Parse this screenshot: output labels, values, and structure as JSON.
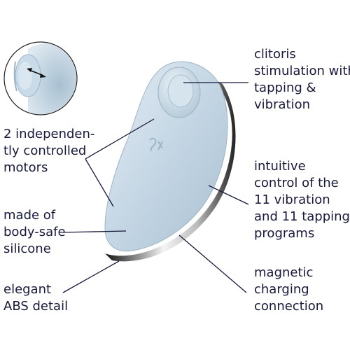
{
  "colors": {
    "text": "#17193b",
    "leader_line": "#17193b",
    "device_body": "#c4d6e4",
    "device_shadow": "#9fb7c9",
    "device_highlight": "#e6eff6",
    "abs_trim": "#d8d8d8",
    "abs_dark": "#1a1a1a",
    "background": "#ffffff"
  },
  "icons": {
    "logo": "satisfyer-logo-icon",
    "arrow": "double-arrow-icon"
  },
  "callouts": {
    "stimulation": [
      "clitoris",
      "stimulation with",
      "tapping &",
      "vibration"
    ],
    "motors": [
      "2 independen-",
      "tly controlled",
      "motors"
    ],
    "control": [
      "intuitive",
      "control of the",
      "11 vibration",
      "and 11 tapping",
      "programs"
    ],
    "silicone": [
      "made of",
      "body-safe",
      "silicone"
    ],
    "charging": [
      "magnetic",
      "charging",
      "connection"
    ],
    "abs": [
      "elegant",
      "ABS detail"
    ]
  }
}
